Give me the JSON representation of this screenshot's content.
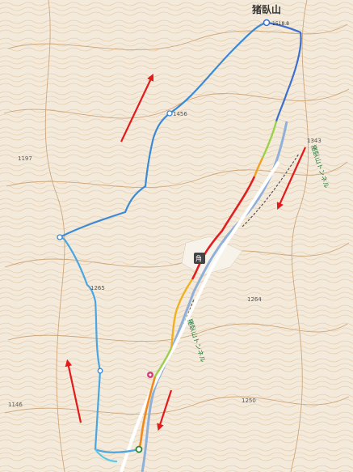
{
  "peak": {
    "name": "猪臥山",
    "elevation": "1518.8"
  },
  "elevations": [
    "1456",
    "1343",
    "1197",
    "1265",
    "1264",
    "1146",
    "1250"
  ],
  "place_label": "角",
  "tunnel_labels": [
    "猪臥山トンネル",
    "猪臥山トンネル"
  ],
  "route_colors": {
    "blue": "#3b82d6",
    "cyan": "#5cc8e6",
    "red": "#e02020",
    "orange": "#f08a1c",
    "green": "#6cc26c"
  },
  "arrow_color": "#e31b1b"
}
